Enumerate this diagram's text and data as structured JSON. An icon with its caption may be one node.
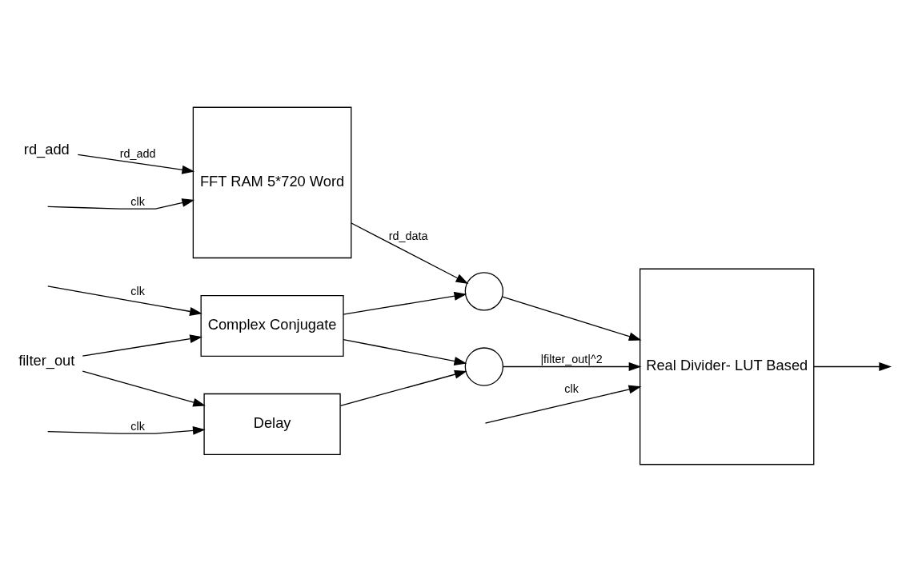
{
  "diagram": {
    "nodes": [
      {
        "text": [
          "FFT RAM 5*720 Word"
        ]
      },
      {
        "text": [
          "rd_add"
        ]
      },
      {
        "text": [
          "filter_out"
        ]
      },
      {
        "text": [
          "Complex Conjugate"
        ]
      },
      {
        "text": [
          "Delay"
        ]
      },
      {
        "text": [],
        "shape": "circle"
      },
      {
        "text": [],
        "shape": "circle"
      },
      {
        "text": [
          "Real Divider- LUT Based"
        ]
      }
    ],
    "edges": [
      {
        "from": null,
        "to": 0,
        "arrow": "to",
        "label": "clk"
      },
      {
        "from": 1,
        "to": 0,
        "arrow": "to",
        "label": "rd_add"
      },
      {
        "from": 0,
        "to": 5,
        "arrow": "to",
        "label": "rd_data"
      },
      {
        "from": 2,
        "to": 3,
        "arrow": "to"
      },
      {
        "from": 2,
        "to": 4,
        "arrow": "to"
      },
      {
        "from": null,
        "to": 3,
        "arrow": "to",
        "label": "clk"
      },
      {
        "from": null,
        "to": 4,
        "arrow": "to",
        "label": "clk"
      },
      {
        "from": 3,
        "to": 5,
        "arrow": "to"
      },
      {
        "from": 3,
        "to": 6,
        "arrow": "to"
      },
      {
        "from": 4,
        "to": 6,
        "arrow": "to"
      },
      {
        "from": 5,
        "to": 7,
        "arrow": "to"
      },
      {
        "from": 6,
        "to": 7,
        "arrow": "to",
        "label": "|filter_out|^2"
      },
      {
        "from": null,
        "to": 7,
        "arrow": "to",
        "label": "clk"
      },
      {
        "from": 7,
        "to": null,
        "arrow": "to"
      }
    ]
  }
}
